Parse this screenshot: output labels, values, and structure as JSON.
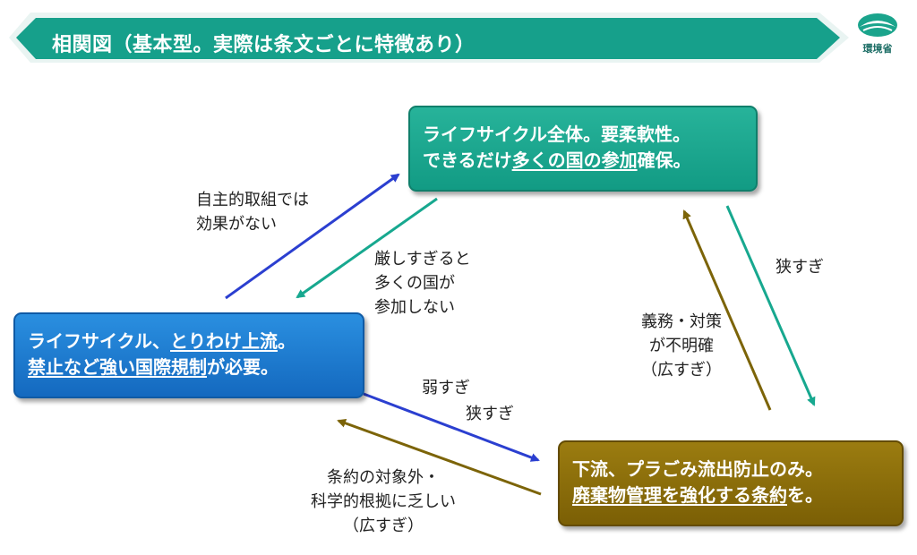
{
  "header": {
    "title": "相関図（基本型。実際は条文ごとに特徴あり）",
    "logo_text": "環境省"
  },
  "boxes": {
    "top": {
      "line1": "ライフサイクル全体。要柔軟性。",
      "line2_a": "できるだけ",
      "line2_b": "多くの国の参加",
      "line2_c": "確保。"
    },
    "left": {
      "line1_a": "ライフサイクル、",
      "line1_b": "とりわけ上流",
      "line1_c": "。",
      "line2_a": "禁止など強い国際規制",
      "line2_b": "が必要。"
    },
    "right": {
      "line1": "下流、プラごみ流出防止のみ。",
      "line2_a": "廃棄物管理を強化する条約",
      "line2_b": "を。"
    }
  },
  "labels": {
    "left_to_top": [
      "自主的取組では",
      "効果がない"
    ],
    "top_to_left": [
      "厳しすぎると",
      "多くの国が",
      "参加しない"
    ],
    "left_to_right_1": "弱すぎ",
    "left_to_right_2": "狭すぎ",
    "right_to_left": [
      "条約の対象外・",
      "科学的根拠に乏しい",
      "（広すぎ）"
    ],
    "right_to_top": [
      "義務・対策",
      "が不明確",
      "（広すぎ）"
    ],
    "top_to_right": "狭すぎ"
  },
  "colors": {
    "banner": "#16a08b",
    "top_box": "#1aa48c",
    "left_box": "#1c7bd4",
    "right_box": "#8a6d0b",
    "arrow_blue": "#2b3fd0",
    "arrow_teal": "#17a88f",
    "arrow_olive": "#7c6408"
  }
}
